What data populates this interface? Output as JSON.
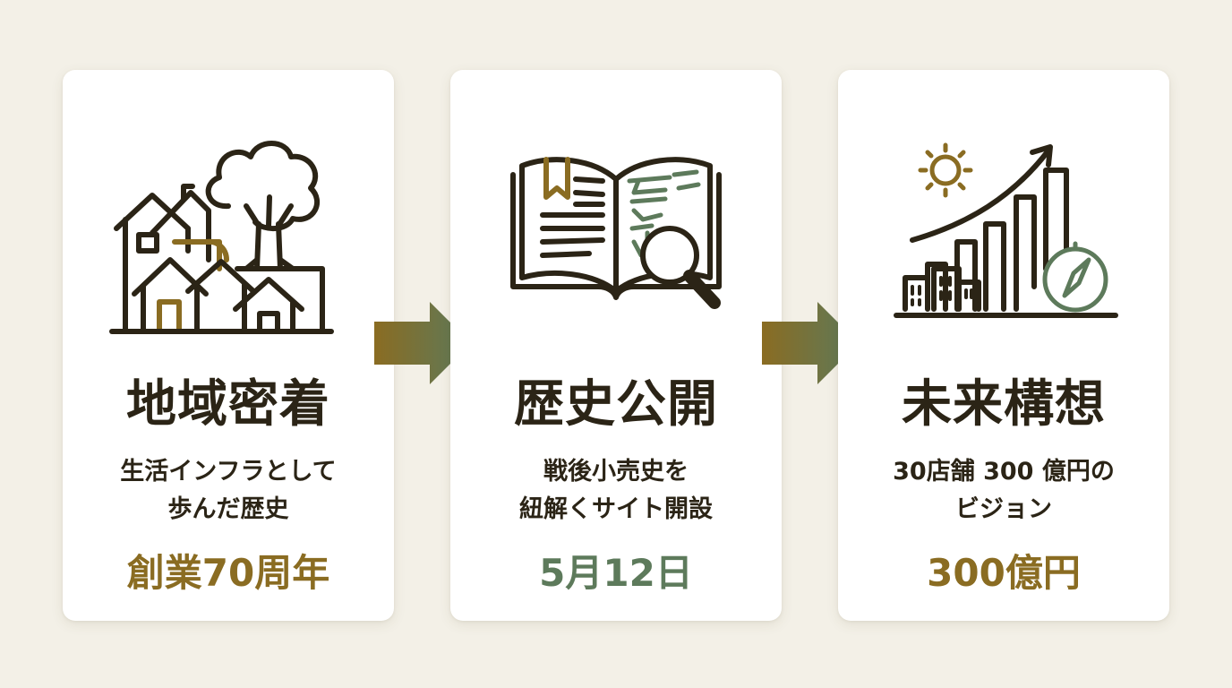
{
  "colors": {
    "background": "#f3f0e7",
    "card": "#ffffff",
    "ink": "#2b2416",
    "gold": "#8a6c22",
    "green": "#5d7a5b"
  },
  "cards": [
    {
      "title": "地域密着",
      "desc_line1": "生活インフラとして",
      "desc_line2": "歩んだ歴史",
      "stat": "創業70周年",
      "stat_color": "#8a6c22",
      "icon": "town-with-tree-icon"
    },
    {
      "title": "歴史公開",
      "desc_line1": "戦後小売史を",
      "desc_line2": "紐解くサイト開設",
      "stat": "5月12日",
      "stat_color": "#5d7a5b",
      "icon": "open-book-magnifier-icon"
    },
    {
      "title": "未来構想",
      "desc_line1": "30店舗 300 億円の",
      "desc_line2": "ビジョン",
      "stat": "300億円",
      "stat_color": "#8a6c22",
      "icon": "growth-city-chart-icon"
    }
  ],
  "arrows": [
    "arrow-right-icon",
    "arrow-right-icon"
  ]
}
